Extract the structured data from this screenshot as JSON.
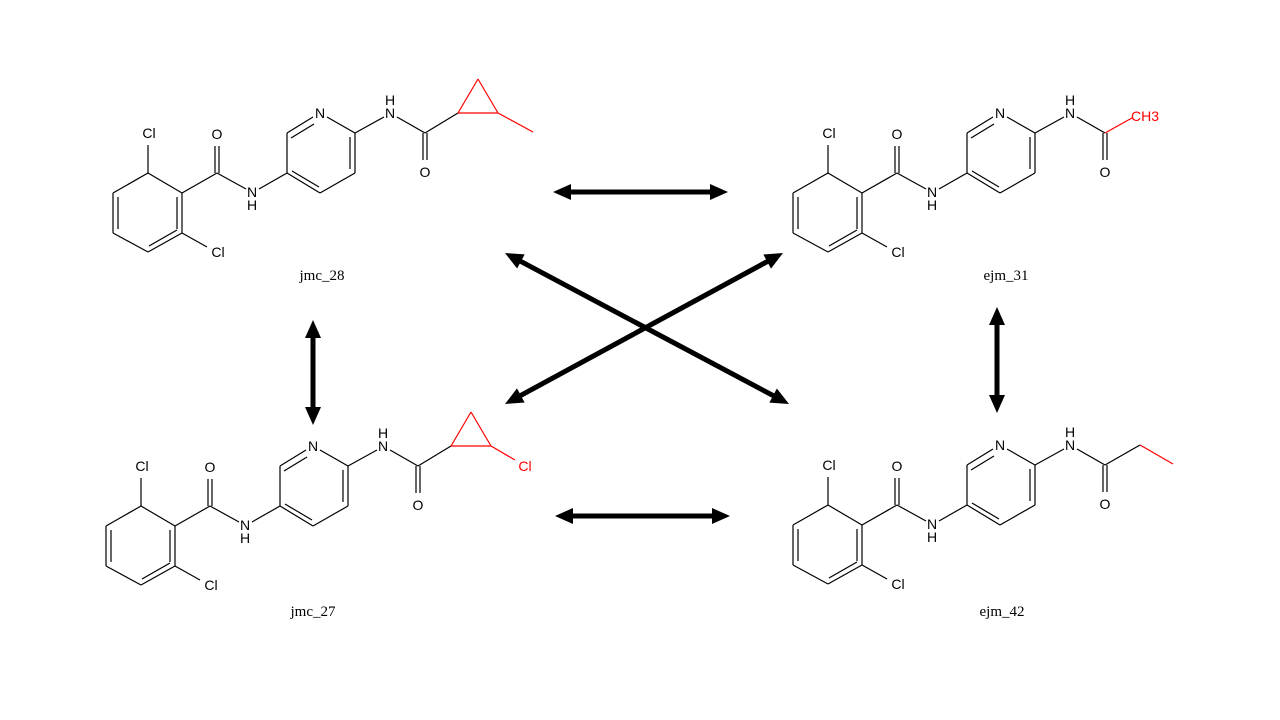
{
  "colors": {
    "bond": "#000000",
    "highlight": "#ff0000",
    "arrow": "#000000",
    "background": "#ffffff"
  },
  "atoms": {
    "chlorine": "Cl",
    "oxygen": "O",
    "nitrogen": "N",
    "hydrogen": "H",
    "methyl": "CH3"
  },
  "molecules": [
    {
      "id": "jmc_28",
      "name": "jmc_28",
      "r_group": "2-methylcyclopropyl"
    },
    {
      "id": "ejm_31",
      "name": "ejm_31",
      "r_group": "methyl"
    },
    {
      "id": "jmc_27",
      "name": "jmc_27",
      "r_group": "2-chlorocyclopropyl"
    },
    {
      "id": "ejm_42",
      "name": "ejm_42",
      "r_group": "ethyl"
    }
  ],
  "connections": [
    [
      "jmc_28",
      "ejm_31"
    ],
    [
      "jmc_27",
      "ejm_42"
    ],
    [
      "jmc_28",
      "jmc_27"
    ],
    [
      "ejm_31",
      "ejm_42"
    ],
    [
      "jmc_28",
      "ejm_42"
    ],
    [
      "ejm_31",
      "jmc_27"
    ]
  ]
}
